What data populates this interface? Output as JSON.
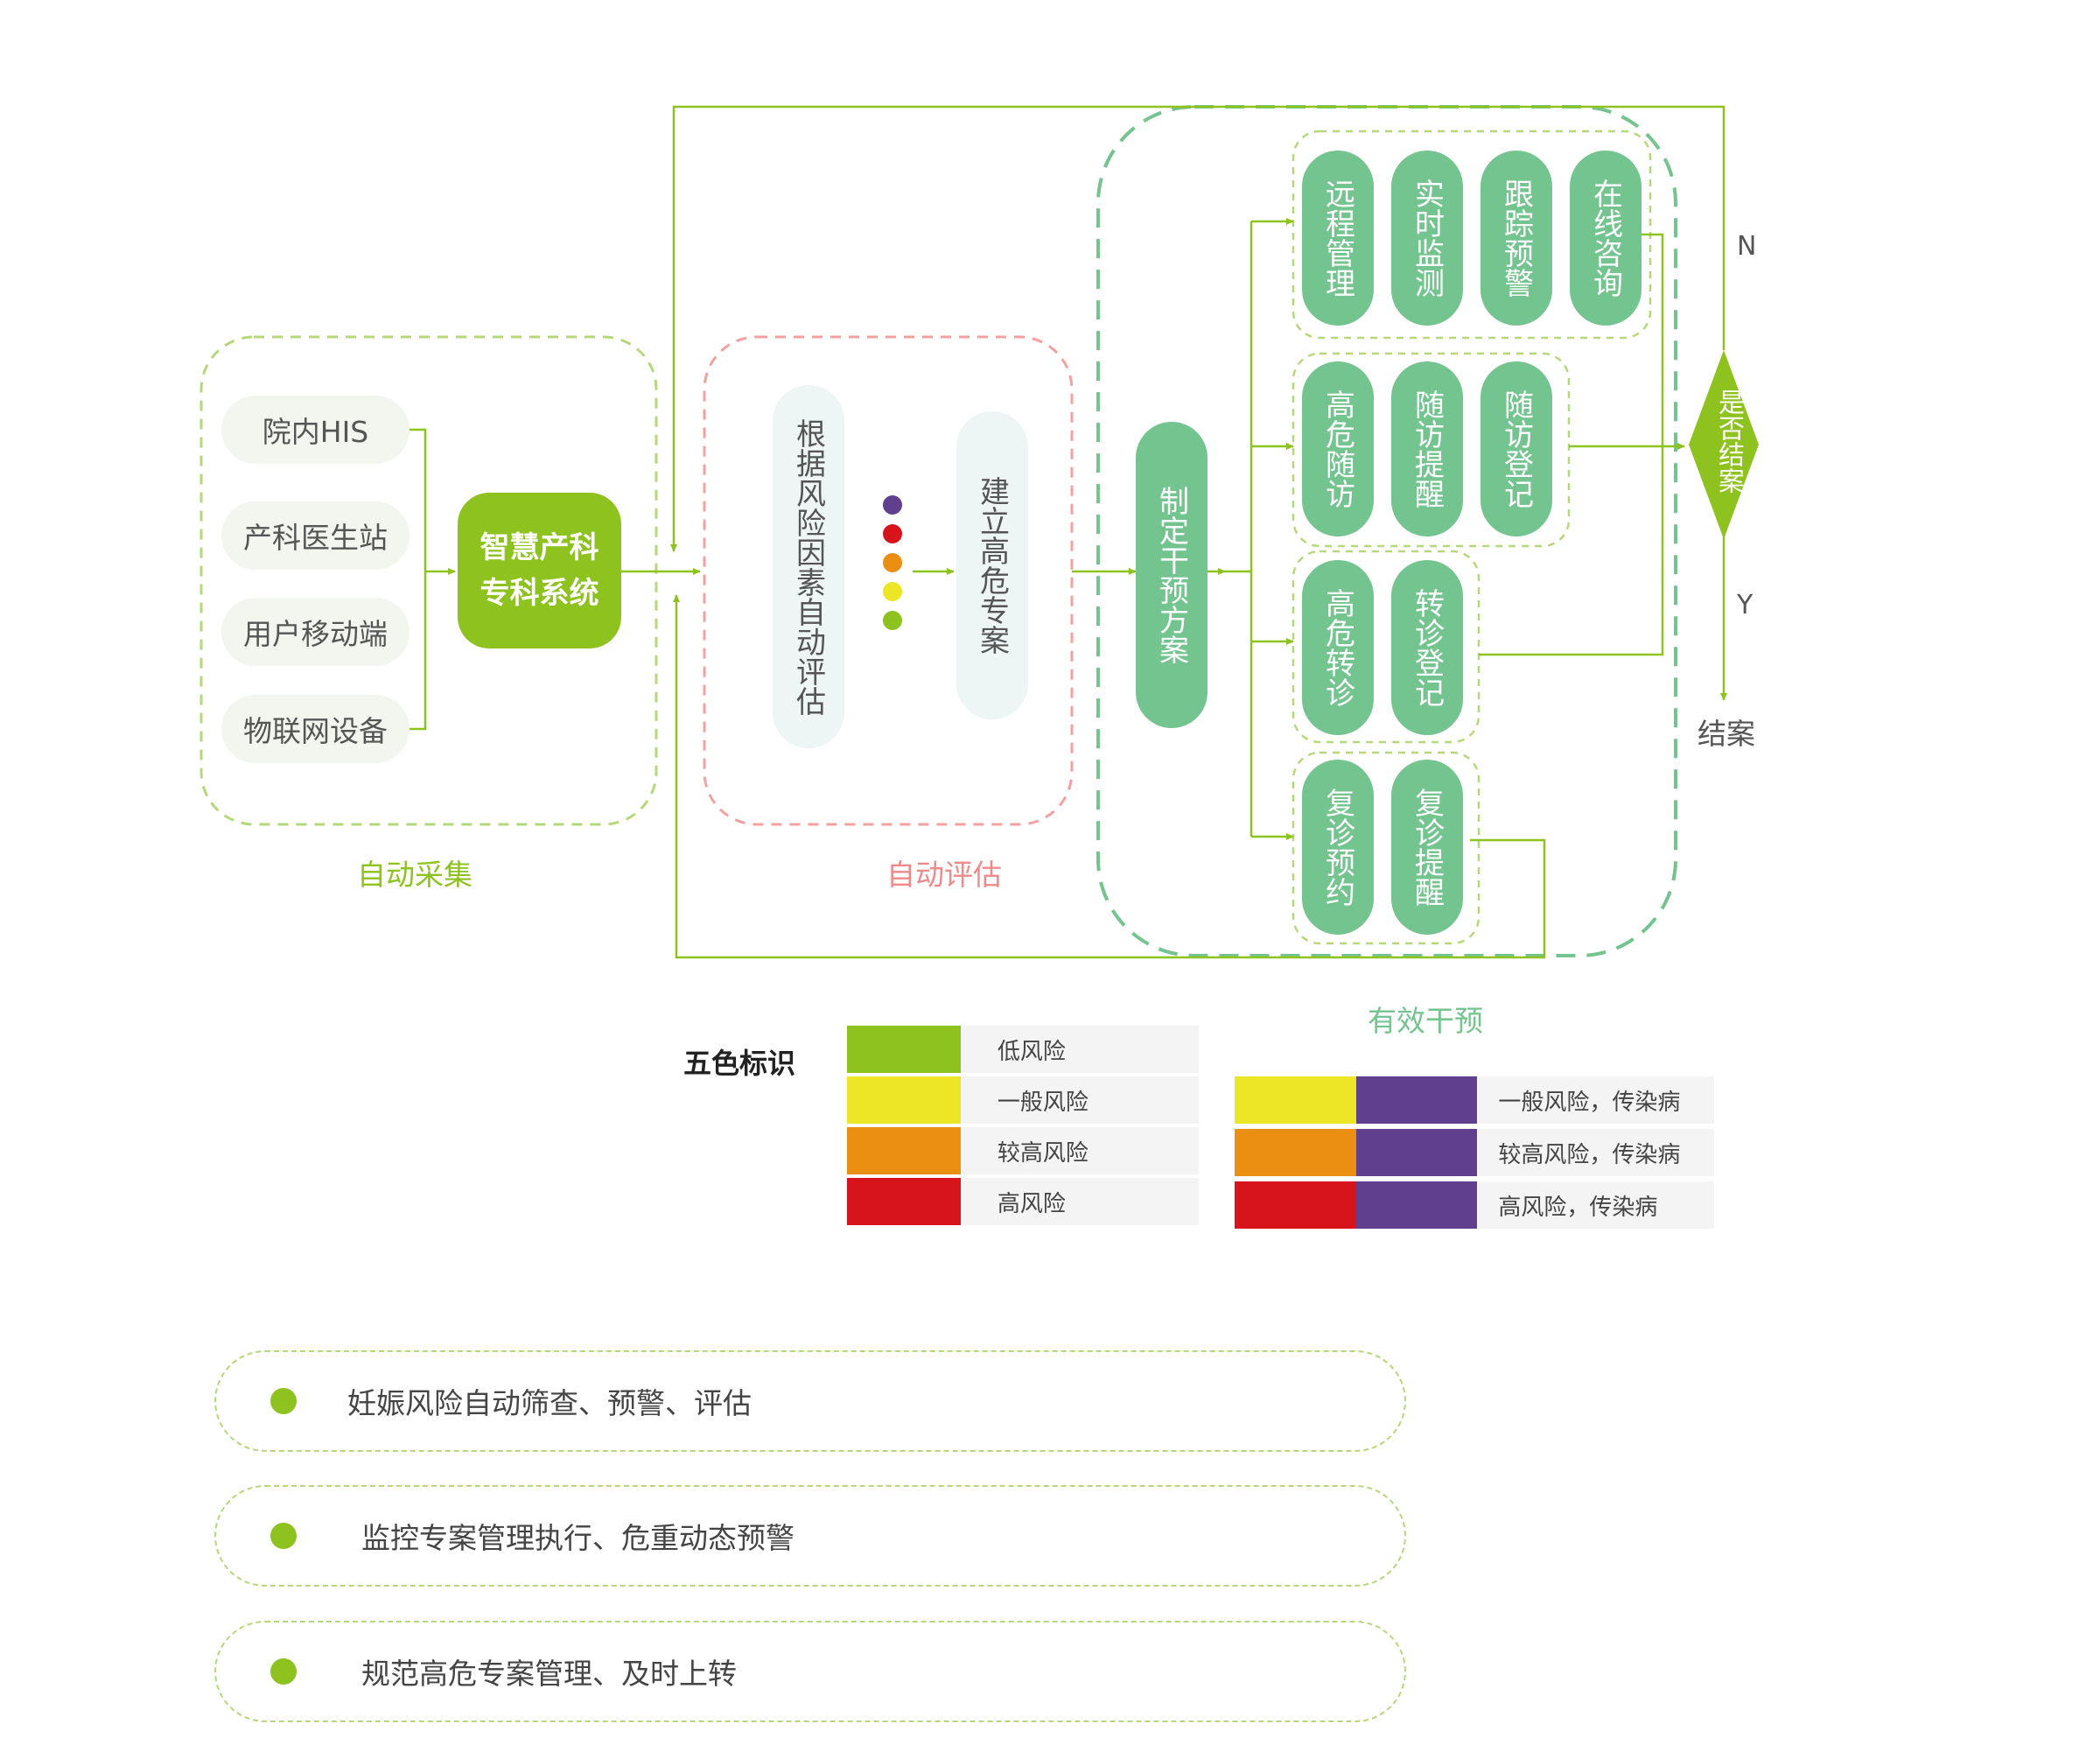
{
  "sources": [
    "院内HIS",
    "产科医生站",
    "用户移动端",
    "物联网设备"
  ],
  "system_label": [
    "智慧产科",
    "专科系统"
  ],
  "groups": {
    "collect": "自动采集",
    "assess": "自动评估",
    "intervene": "有效干预"
  },
  "assess": {
    "factor_eval": "根据风险因素自动评估",
    "create_case": "建立高危专案"
  },
  "plan": "制定干预方案",
  "interventions": {
    "row1": [
      "远程管理",
      "实时监测",
      "跟踪预警",
      "在线咨询"
    ],
    "row2": [
      "高危随访",
      "随访提醒",
      "随访登记"
    ],
    "row3": [
      "高危转诊",
      "转诊登记"
    ],
    "row4": [
      "复诊预约",
      "复诊提醒"
    ]
  },
  "decision": {
    "label": "是否结案",
    "no": "N",
    "yes": "Y",
    "end": "结案"
  },
  "legend": {
    "title": "五色标识",
    "single": [
      {
        "label": "低风险",
        "color": "#8dc21f"
      },
      {
        "label": "一般风险",
        "color": "#ede626"
      },
      {
        "label": "较高风险",
        "color": "#ea8f12"
      },
      {
        "label": "高风险",
        "color": "#d7141b"
      }
    ],
    "infectious_color": "#613f8f",
    "dual": [
      {
        "label": "一般风险，传染病",
        "color": "#ede626"
      },
      {
        "label": "较高风险，传染病",
        "color": "#ea8f12"
      },
      {
        "label": "高风险，传染病",
        "color": "#d7141b"
      }
    ]
  },
  "risk_dots": [
    "#613f8f",
    "#d7141b",
    "#ea8f12",
    "#ede626",
    "#8dc21f"
  ],
  "colors": {
    "lime": "#8dc21f",
    "green": "#74c48f",
    "pink": "#f4a0a0"
  },
  "features": [
    "妊娠风险自动筛查、预警、评估",
    "监控专案管理执行、危重动态预警",
    "规范高危专案管理、及时上转"
  ]
}
